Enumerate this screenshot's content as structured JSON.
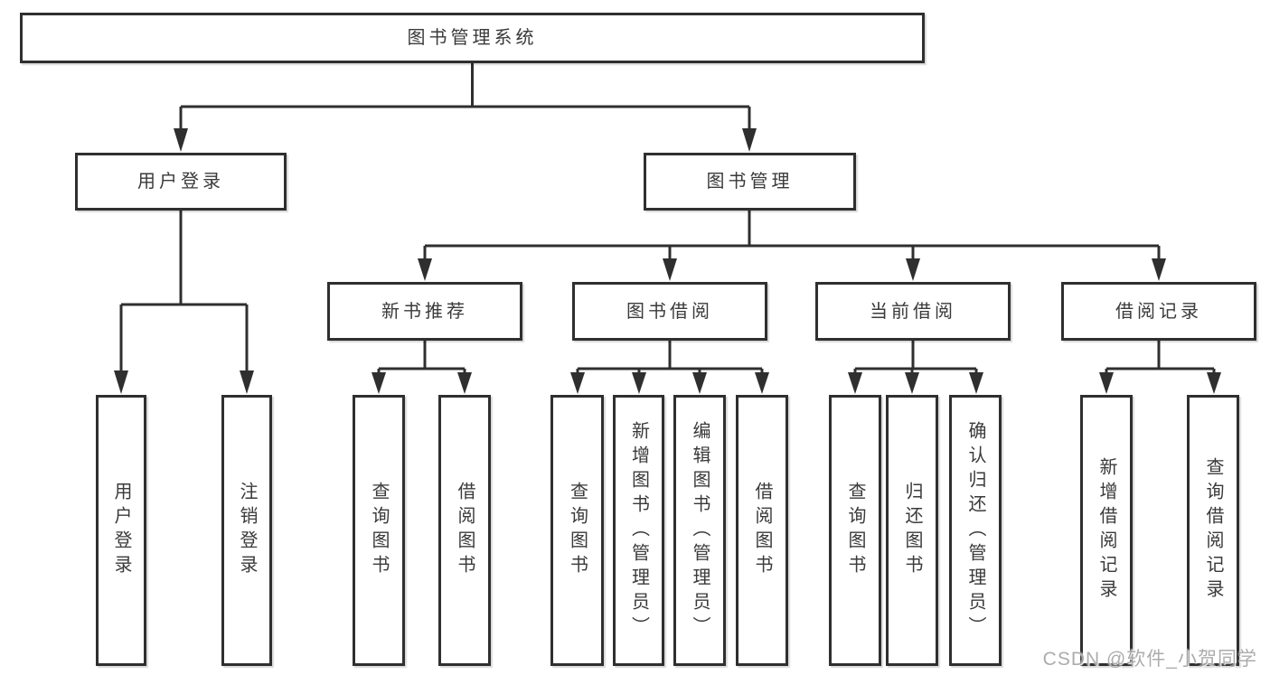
{
  "diagram": {
    "root": {
      "label": "图书管理系统"
    },
    "level1": {
      "user_login": {
        "label": "用户登录"
      },
      "book_mgmt": {
        "label": "图书管理"
      }
    },
    "level2": {
      "new_book": {
        "label": "新书推荐"
      },
      "book_borrow": {
        "label": "图书借阅"
      },
      "current_borrow": {
        "label": "当前借阅"
      },
      "borrow_record": {
        "label": "借阅记录"
      }
    },
    "leaves": {
      "user_login": "用户登录",
      "logout": "注销登录",
      "nb_query_book": "查询图书",
      "nb_borrow_book": "借阅图书",
      "bb_query_book": "查询图书",
      "bb_add_book": "新增图书（管理员）",
      "bb_edit_book": "编辑图书（管理员）",
      "bb_borrow_book": "借阅图书",
      "cb_query_book": "查询图书",
      "cb_return_book": "归还图书",
      "cb_confirm_return": "确认归还（管理员）",
      "br_add_record": "新增借阅记录",
      "br_query_record": "查询借阅记录"
    }
  },
  "watermark": {
    "text": "CSDN @软件_小贺同学"
  },
  "colors": {
    "line": "#2f2f2f",
    "text": "#3a3a3a",
    "background": "#ffffff",
    "watermark": "#9e9e9e"
  }
}
